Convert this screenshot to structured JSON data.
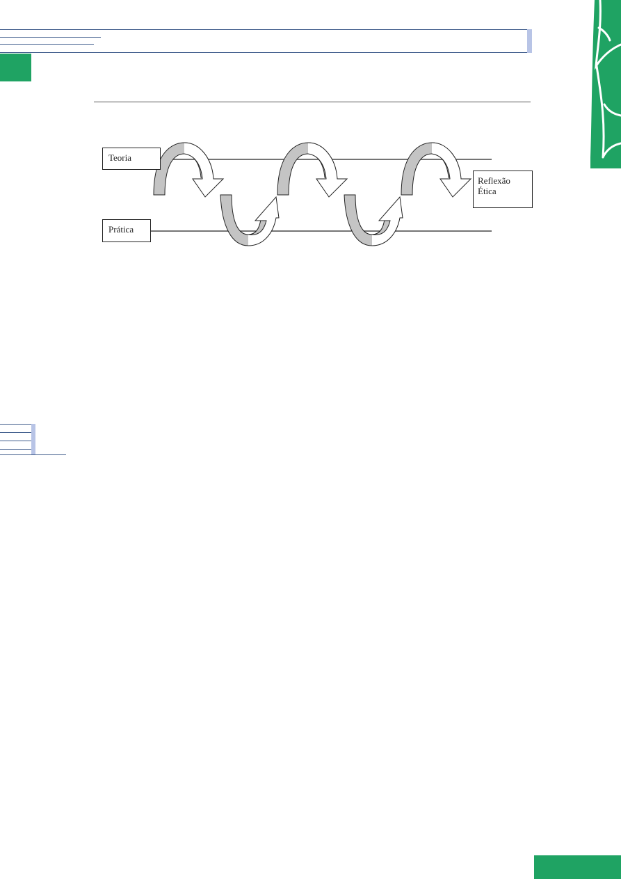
{
  "colors": {
    "accent_green": "#1fa363",
    "rule_blue": "#3d5a8a",
    "tab_blue": "#b8c4e6",
    "arrow_gray": "#c4c4c4"
  },
  "header": {
    "icon": "green-square-marker"
  },
  "diagram": {
    "labels": {
      "teoria": "Teoria",
      "pratica": "Prática",
      "reflexao_line1": "Reflexão",
      "reflexao_line2": "Ética"
    }
  },
  "side_logo": {
    "icon": "green-leaf-emblem"
  },
  "footer": {
    "icon": "green-footer-tab"
  }
}
